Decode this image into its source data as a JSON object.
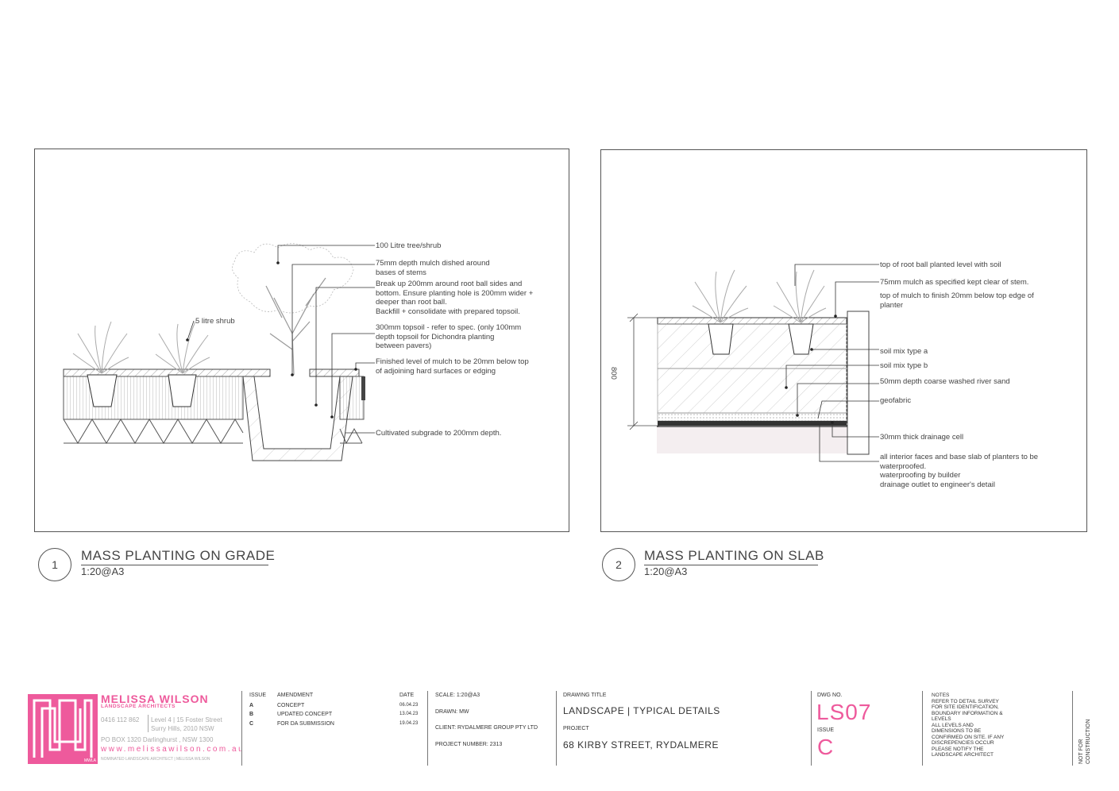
{
  "details": [
    {
      "number": "1",
      "title": "MASS PLANTING ON GRADE",
      "scale": "1:20@A3",
      "shrub_label": "5 litre shrub",
      "notes": [
        "100 Litre tree/shrub",
        "75mm depth mulch dished around\nbases of stems",
        "Break up 200mm around root ball sides and\nbottom.  Ensure planting hole is 200mm wider +\ndeeper than root ball.\nBackfill + consolidate with prepared topsoil.",
        "300mm topsoil - refer to spec. (only 100mm\ndepth topsoil for Dichondra planting\nbetween pavers)",
        "Finished level of mulch to be 20mm below top\nof adjoining hard surfaces or edging",
        "Cultivated subgrade to 200mm depth."
      ]
    },
    {
      "number": "2",
      "title": "MASS PLANTING ON SLAB",
      "scale": "1:20@A3",
      "dimension": "800",
      "notes": [
        "top of root ball planted level with soil",
        "75mm mulch as specified kept clear of stem.",
        "top of mulch to finish 20mm below top edge of\nplanter",
        "soil mix type a",
        "soil mix type b",
        "50mm depth coarse washed river sand",
        "geofabric",
        "30mm thick drainage cell",
        "all interior faces and base slab of planters to be\nwaterproofed.\nwaterproofing by builder\ndrainage outlet to engineer's detail"
      ]
    }
  ],
  "title_block": {
    "brand_name": "MELISSA WILSON",
    "brand_sub": "LANDSCAPE ARCHITECTS",
    "logo_text": "MWLA",
    "phone": "0416 112 862",
    "address1": "Level 4 | 15 Foster Street",
    "address2": "Surry Hills, 2010 NSW",
    "po_box": "PO BOX 1320 Darlinghurst , NSW 1300",
    "website": "www.melissawilson.com.au",
    "nominated": "NOMINATED LANDSCAPE ARCHITECT | MELISSA WILSON",
    "issue_header": "ISSUE",
    "amendment_header": "AMENDMENT",
    "date_header": "DATE",
    "issues": [
      {
        "issue": "A",
        "amendment": "CONCEPT",
        "date": "06.04.23"
      },
      {
        "issue": "B",
        "amendment": "UPDATED CONCEPT",
        "date": "13.04.23"
      },
      {
        "issue": "C",
        "amendment": "FOR DA SUBMISSION",
        "date": "19.04.23"
      }
    ],
    "scale": "SCALE: 1:20@A3",
    "drawn": "DRAWN:  MW",
    "client": "CLIENT:  RYDALMERE GROUP PTY LTD",
    "project_number": "PROJECT NUMBER: 2313",
    "drawing_title_label": "DRAWING TITLE",
    "drawing_title": "LANDSCAPE | TYPICAL DETAILS",
    "project_label": "PROJECT",
    "project": "68 KIRBY STREET, RYDALMERE",
    "dwg_label": "DWG NO.",
    "dwg_no": "LS07",
    "issue_label": "ISSUE",
    "issue_value": "C",
    "notes_text": "NOTES\nREFER TO DETAIL SURVEY\nFOR SITE IDENTIFICATION,\nBOUNDARY INFORMATION &\nLEVELS\nALL LEVELS AND\nDIMENSIONS TO BE\nCONFIRMED ON SITE. IF ANY\nDISCREPENCIES OCCUR\nPLEASE NOTIFY THE\nLANDSCAPE ARCHITECT",
    "status": "NOT FOR\nCONSTRUCTION"
  },
  "colors": {
    "accent": "#ee5a9c",
    "line": "#555555",
    "hatch": "#999999"
  }
}
